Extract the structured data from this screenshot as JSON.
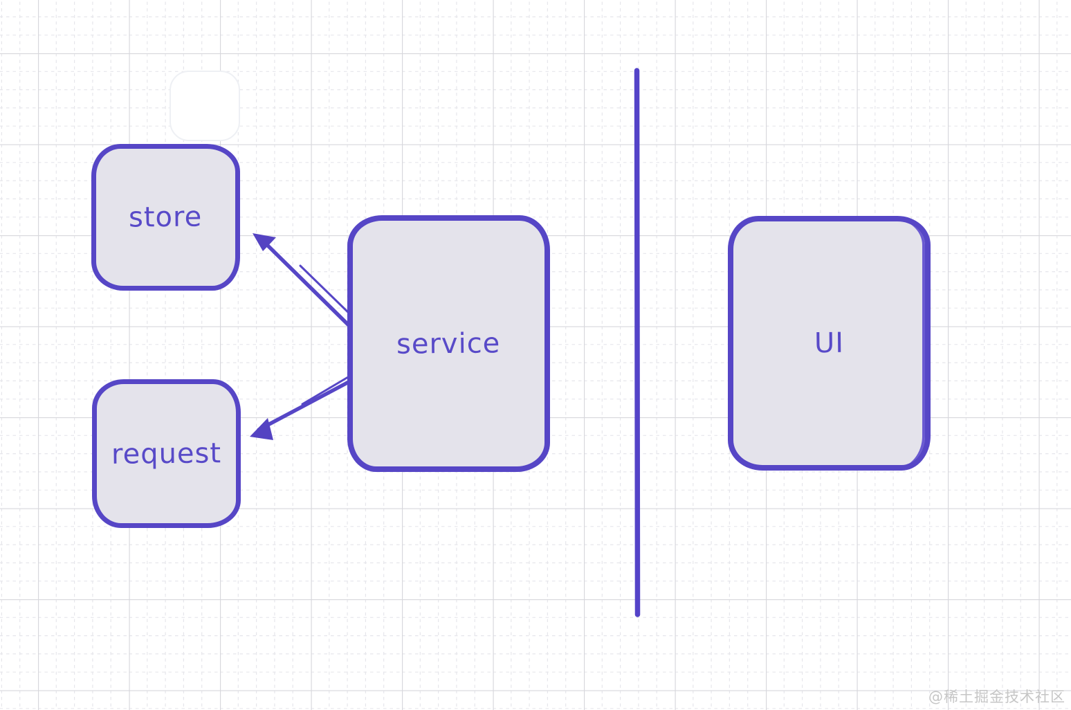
{
  "colors": {
    "accent_stroke": "#5646C6",
    "node_fill": "#E4E3EB",
    "label_text": "#584AC8",
    "grid_major": "#D7D7DC",
    "grid_minor": "#E6E6EB",
    "background": "#FFFFFF",
    "watermark_color": "#C6C6C6"
  },
  "nodes": {
    "store": {
      "label": "store"
    },
    "request": {
      "label": "request"
    },
    "service": {
      "label": "service"
    },
    "ui": {
      "label": "UI"
    }
  },
  "edges": [
    {
      "id": "service-to-store",
      "from": "service",
      "to": "store",
      "style": "sketch-arrow"
    },
    {
      "id": "service-to-request",
      "from": "service",
      "to": "request",
      "style": "sketch-arrow"
    }
  ],
  "divider": {
    "orientation": "vertical"
  },
  "watermark": {
    "text": "@稀土掘金技术社区"
  }
}
